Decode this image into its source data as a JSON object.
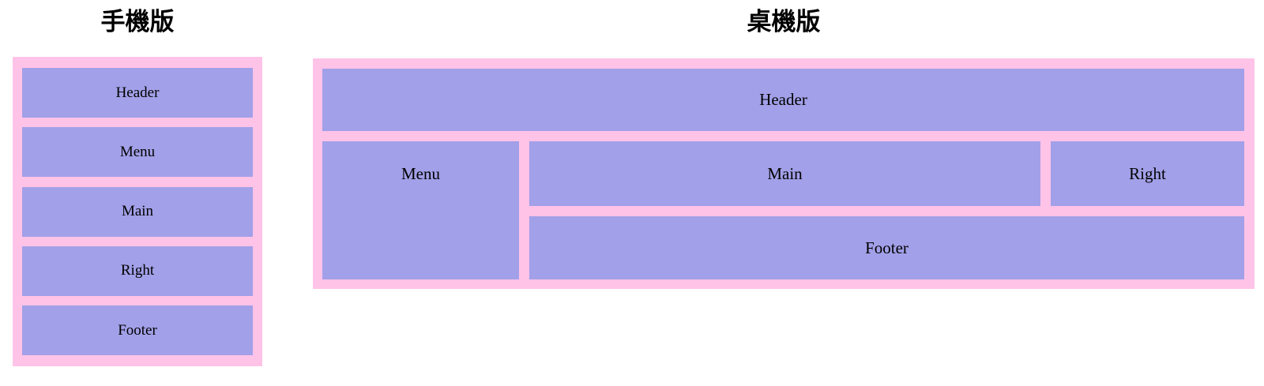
{
  "colors": {
    "page_background": "#ffffff",
    "frame_pink": "#ffc3e8",
    "box_purple": "#a2a0e8",
    "text": "#000000"
  },
  "mobile": {
    "title": "手機版",
    "boxes": [
      "Header",
      "Menu",
      "Main",
      "Right",
      "Footer"
    ]
  },
  "desktop": {
    "title": "桌機版",
    "boxes": {
      "header": "Header",
      "menu": "Menu",
      "main": "Main",
      "right": "Right",
      "footer": "Footer"
    }
  }
}
